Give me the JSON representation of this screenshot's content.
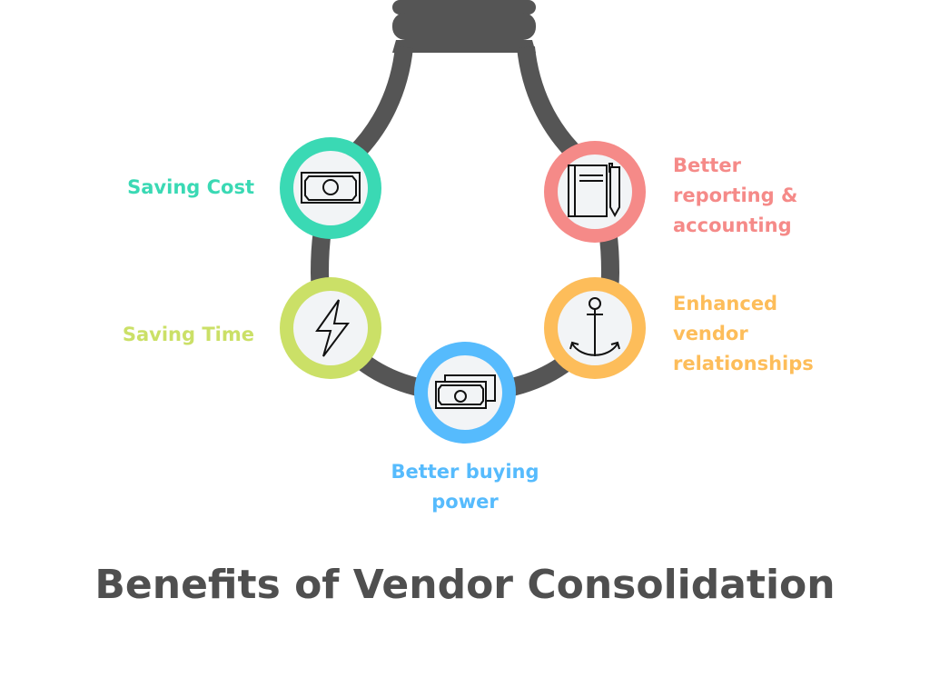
{
  "title": "Benefits of Vendor Consolidation",
  "colors": {
    "bulb": "#555555",
    "teal": "#3ad9b4",
    "red": "#f58a88",
    "green": "#cbe067",
    "orange": "#fdbd5a",
    "blue": "#56bbfd",
    "inner": "#f2f4f6"
  },
  "benefits": [
    {
      "label": "Saving Cost",
      "icon": "banknote-icon"
    },
    {
      "label": "Saving Time",
      "icon": "lightning-icon"
    },
    {
      "label": "Better buying power",
      "icon": "banknotes-icon"
    },
    {
      "label": "Enhanced vendor relationships",
      "icon": "anchor-icon"
    },
    {
      "label": "Better reporting & accounting",
      "icon": "notebook-pen-icon"
    }
  ]
}
